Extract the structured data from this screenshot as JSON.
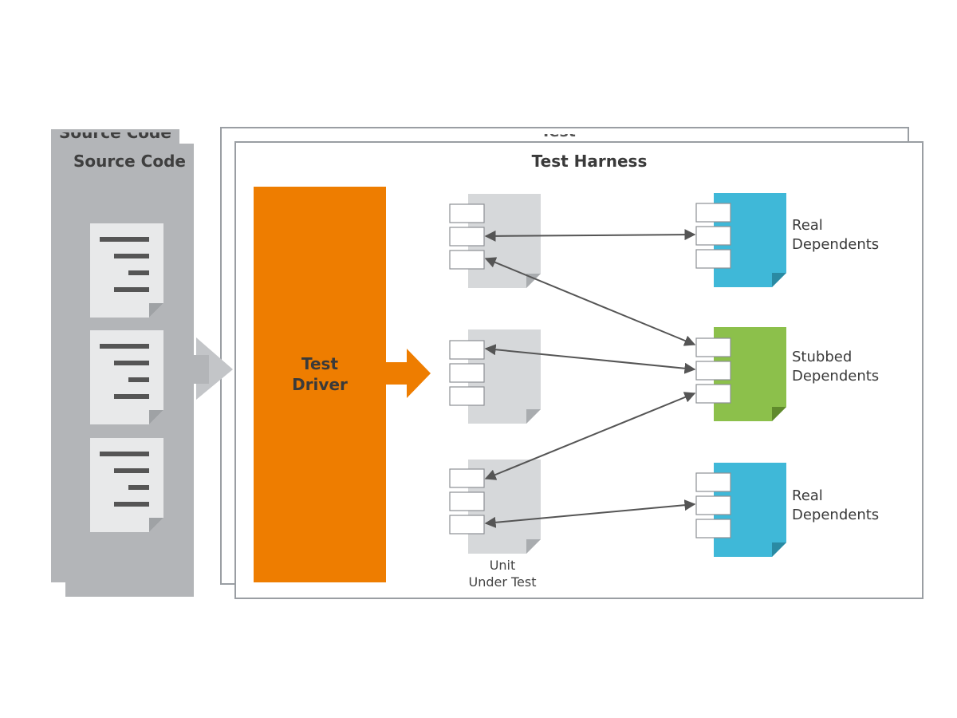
{
  "source_code": {
    "back_title": "Source Code",
    "front_title": "Source Code"
  },
  "harness": {
    "back_title": "Test Harness",
    "front_title": "Test Harness"
  },
  "driver": {
    "line1": "Test",
    "line2": "Driver"
  },
  "dependents": [
    {
      "line1": "Real",
      "line2": "Dependents",
      "color": "#3fb8d8"
    },
    {
      "line1": "Stubbed",
      "line2": "Dependents",
      "color": "#8cc04b"
    },
    {
      "line1": "Real",
      "line2": "Dependents",
      "color": "#3fb8d8"
    }
  ],
  "unit_under_test": {
    "line1": "Unit",
    "line2": "Under Test",
    "color": "#d6d8da"
  },
  "colors": {
    "driver": "#ee7d00",
    "source_panel": "#b3b5b8",
    "arrow_gray": "#555555"
  }
}
